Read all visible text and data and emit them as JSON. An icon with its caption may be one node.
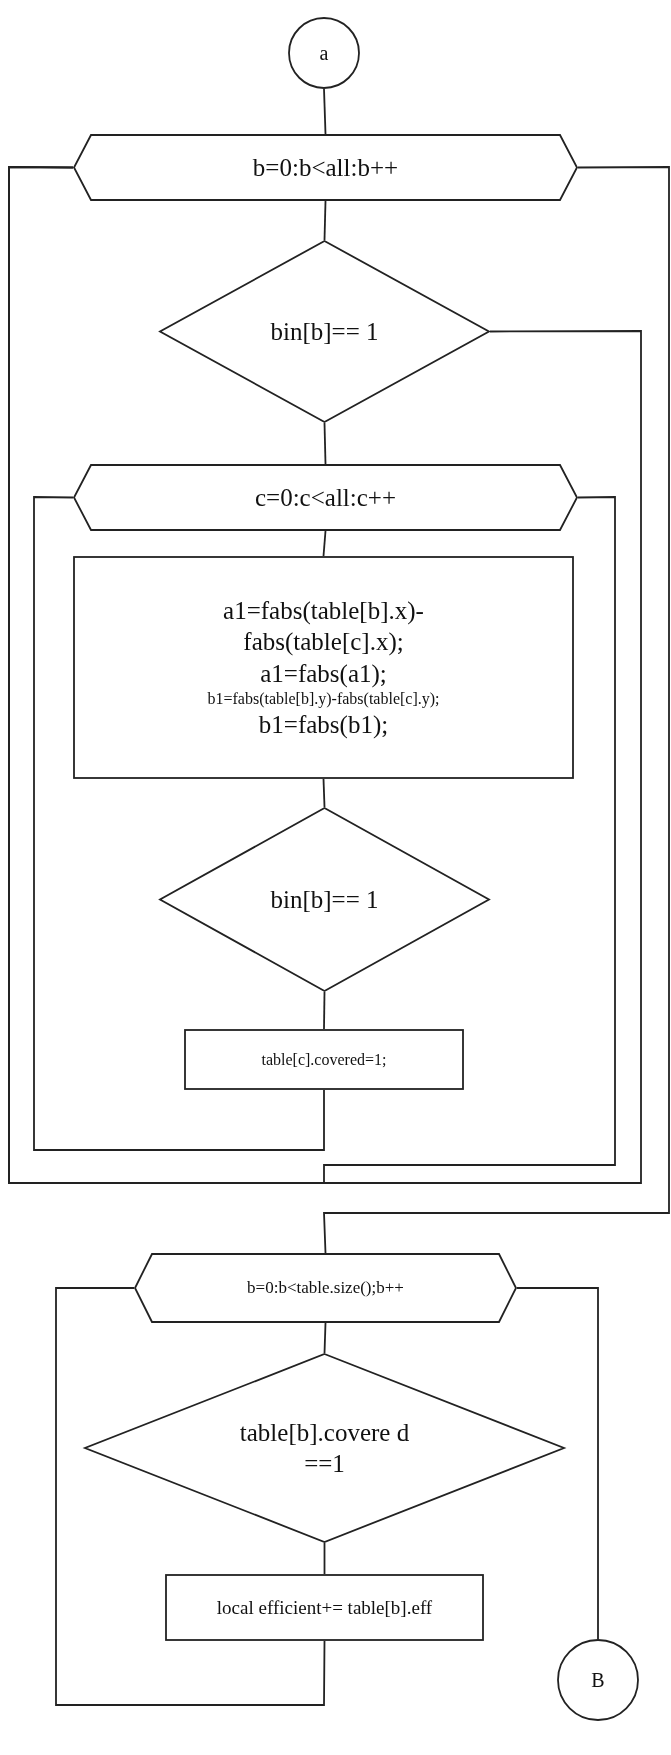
{
  "diagram": {
    "nodes": [
      {
        "text": [
          "a"
        ]
      },
      {
        "text": [
          "b=0:b<all:b++"
        ]
      },
      {
        "text": [
          "bin[b]== 1"
        ]
      },
      {
        "text": [
          "c=0:c<all:c++"
        ]
      },
      {
        "text": [
          "a1=fabs(table[b].x)- fabs(table[c].x);",
          "a1=fabs(a1);",
          "b1=fabs(table[b].y)-fabs(table[c].y);",
          "b1=fabs(b1);"
        ]
      },
      {
        "text": [
          "bin[b]== 1"
        ]
      },
      {
        "text": [
          "table[c].covered=1;"
        ]
      },
      {
        "text": [
          "b=0:b<table.size();b++"
        ]
      },
      {
        "text": [
          "table[b].covere d==1"
        ]
      },
      {
        "text": [
          "local efficient+= table[b].eff"
        ]
      },
      {
        "text": [
          "B"
        ]
      }
    ],
    "edges": [
      {
        "from": 0,
        "to": 1,
        "arrow": "none"
      },
      {
        "from": 1,
        "to": 2,
        "arrow": "none"
      },
      {
        "from": 2,
        "to": 3,
        "arrow": "none"
      },
      {
        "from": 3,
        "to": 4,
        "arrow": "none"
      },
      {
        "from": 4,
        "to": 5,
        "arrow": "none"
      },
      {
        "from": 5,
        "to": 6,
        "arrow": "none"
      },
      {
        "from": 6,
        "to": 3,
        "arrow": "none"
      },
      {
        "from": 3,
        "to": 1,
        "arrow": "none"
      },
      {
        "from": 2,
        "to": 1,
        "arrow": "none"
      },
      {
        "from": 1,
        "to": 7,
        "arrow": "none"
      },
      {
        "from": 7,
        "to": 8,
        "arrow": "none"
      },
      {
        "from": 8,
        "to": 9,
        "arrow": "none"
      },
      {
        "from": 9,
        "to": 7,
        "arrow": "none"
      },
      {
        "from": 7,
        "to": 10,
        "arrow": "none"
      }
    ]
  }
}
